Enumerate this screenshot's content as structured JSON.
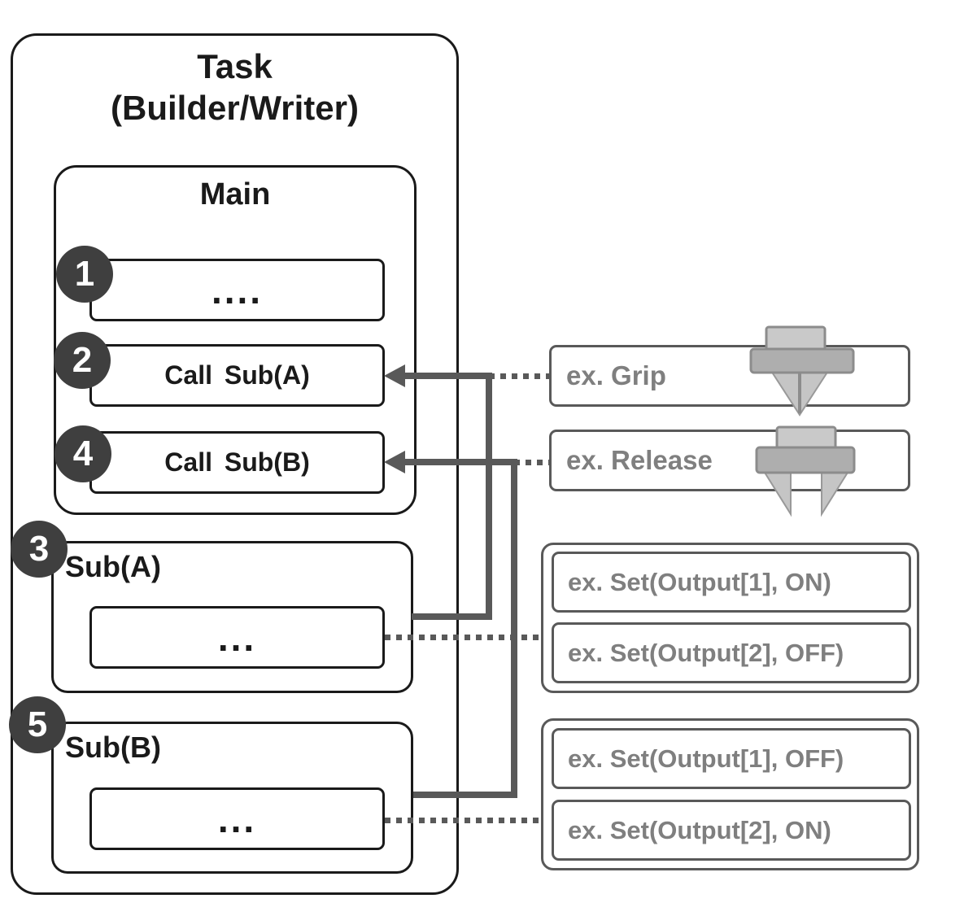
{
  "task": {
    "title_line1": "Task",
    "title_line2": "(Builder/Writer)"
  },
  "main": {
    "title": "Main",
    "items": [
      {
        "badge": "1",
        "label": "...."
      },
      {
        "badge": "2",
        "label": "Call Sub(A)"
      },
      {
        "badge": "4",
        "label": "Call Sub(B)"
      }
    ]
  },
  "subs": [
    {
      "badge": "3",
      "title": "Sub(A)",
      "body": "..."
    },
    {
      "badge": "5",
      "title": "Sub(B)",
      "body": "..."
    }
  ],
  "examples": {
    "grip_label": "ex. Grip",
    "release_label": "ex. Release",
    "grip_icon": "gripper-closed-icon",
    "release_icon": "gripper-open-icon",
    "sub_a": [
      {
        "label": "ex. Set(Output[1], ON)"
      },
      {
        "label": "ex. Set(Output[2], OFF)"
      }
    ],
    "sub_b": [
      {
        "label": "ex. Set(Output[1], OFF)"
      },
      {
        "label": "ex. Set(Output[2], ON)"
      }
    ]
  },
  "colors": {
    "box_stroke": "#1a1a1a",
    "connector_gray": "#595959",
    "gray_text": "#7f7f7f",
    "badge_fill": "#3f3f3f",
    "icon_light": "#c9c9c9",
    "icon_mid": "#aeaeae",
    "icon_stroke": "#8c8c8c"
  }
}
